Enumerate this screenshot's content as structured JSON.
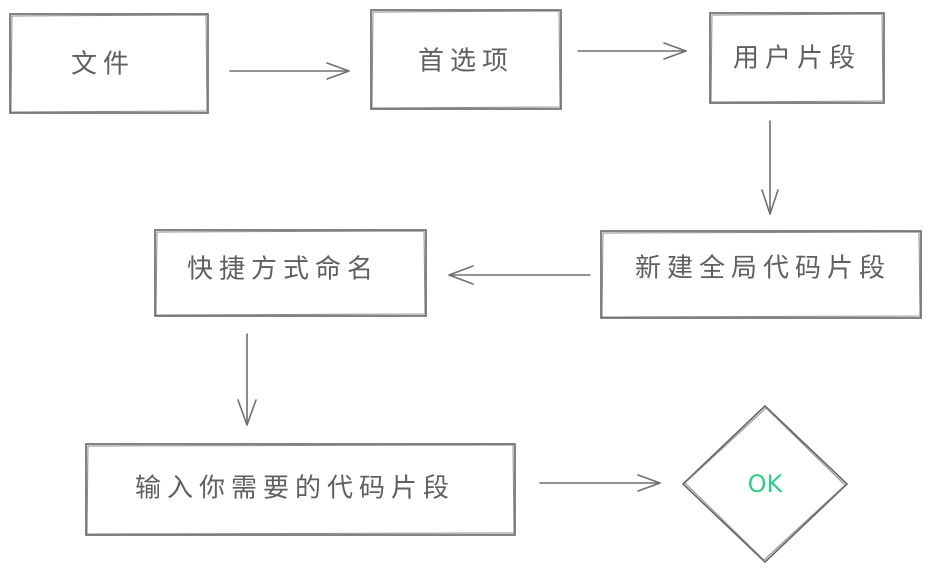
{
  "diagram": {
    "nodes": {
      "file": {
        "label": "文件"
      },
      "preferences": {
        "label": "首选项"
      },
      "user_snippets": {
        "label": "用户片段"
      },
      "new_global_snippet": {
        "label": "新建全局代码片段"
      },
      "shortcut_naming": {
        "label": "快捷方式命名"
      },
      "input_snippet": {
        "label": "输入你需要的代码片段"
      },
      "ok": {
        "label": "OK"
      }
    },
    "edges": [
      {
        "from": "file",
        "to": "preferences"
      },
      {
        "from": "preferences",
        "to": "user_snippets"
      },
      {
        "from": "user_snippets",
        "to": "new_global_snippet"
      },
      {
        "from": "new_global_snippet",
        "to": "shortcut_naming"
      },
      {
        "from": "shortcut_naming",
        "to": "input_snippet"
      },
      {
        "from": "input_snippet",
        "to": "ok"
      }
    ],
    "colors": {
      "stroke": "#666666",
      "text": "#5f5f5f",
      "ok_text": "#2fcf83"
    }
  }
}
